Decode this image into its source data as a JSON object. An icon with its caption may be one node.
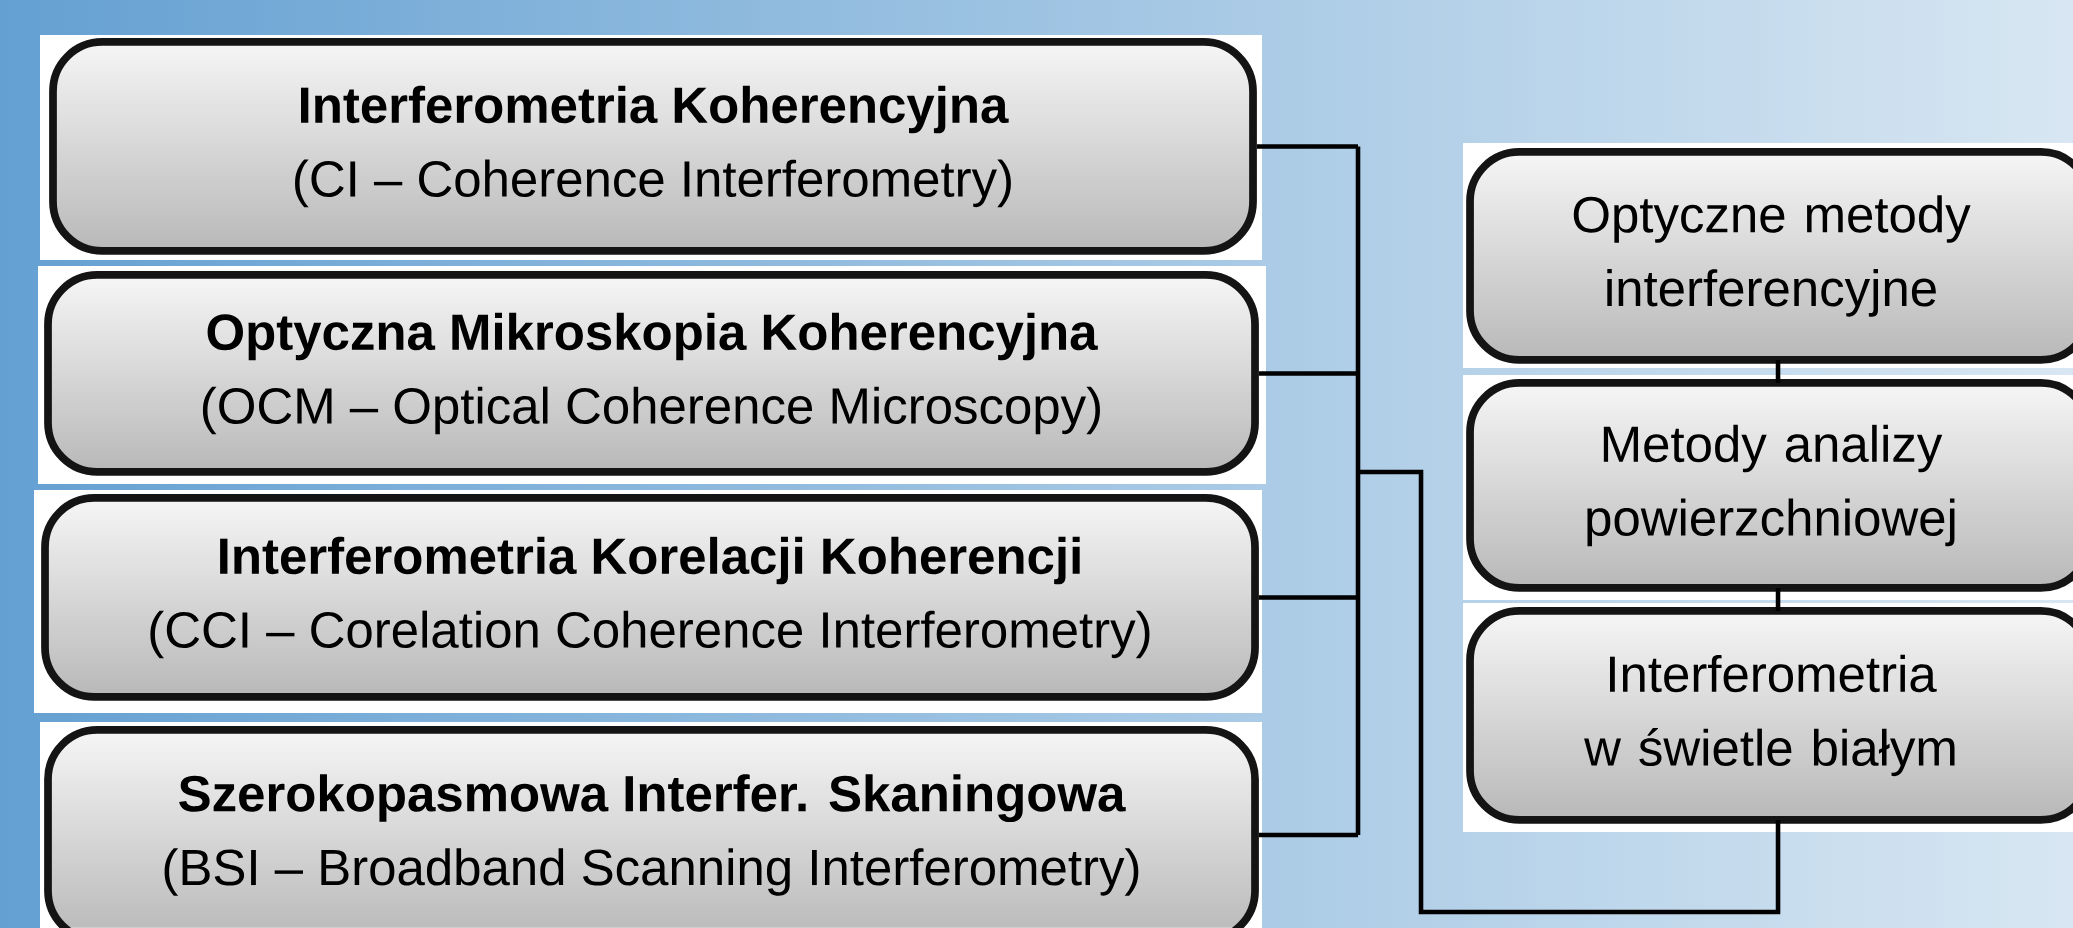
{
  "diagram": {
    "nodes": [
      {
        "text": [
          "Interferometria Koherencyjna",
          "(CI – Coherence Interferometry)"
        ]
      },
      {
        "text": [
          "Optyczna Mikroskopia Koherencyjna",
          "(OCM – Optical Coherence Microscopy)"
        ]
      },
      {
        "text": [
          "Interferometria Korelacji Koherencji",
          "(CCI – Corelation Coherence Interferometry)"
        ]
      },
      {
        "text": [
          "Szerokopasmowa Interfer. Skaningowa",
          "(BSI – Broadband Scanning Interferometry)"
        ]
      },
      {
        "text": [
          "Optyczne metody interferencyjne"
        ]
      },
      {
        "text": [
          "Metody analizy powierzchniowej"
        ]
      },
      {
        "text": [
          "Interferometria w świetle białym"
        ]
      }
    ],
    "edges": [
      {
        "from": 0,
        "to": 6,
        "arrow": "none"
      },
      {
        "from": 1,
        "to": 6,
        "arrow": "none"
      },
      {
        "from": 2,
        "to": 6,
        "arrow": "none"
      },
      {
        "from": 3,
        "to": 6,
        "arrow": "none"
      },
      {
        "from": 4,
        "to": 5,
        "arrow": "none"
      },
      {
        "from": 5,
        "to": 6,
        "arrow": "none"
      }
    ]
  }
}
